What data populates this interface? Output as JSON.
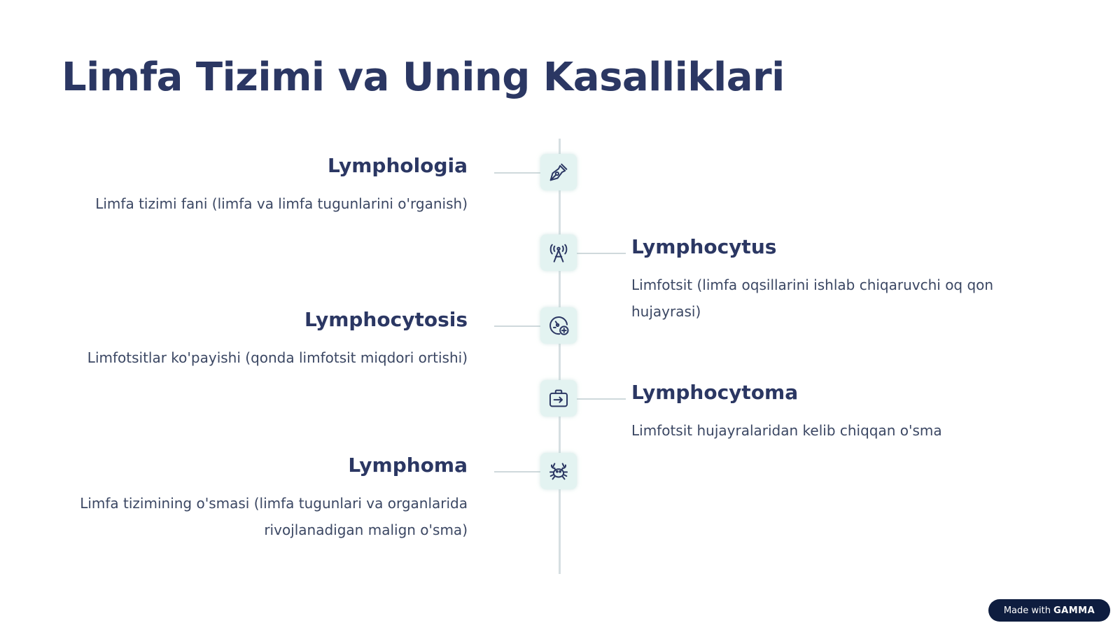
{
  "title": "Limfa Tizimi va Uning Kasalliklari",
  "items": [
    {
      "icon": "pen-nib-icon",
      "title": "Lymphologia",
      "desc": "Limfa tizimi fani (limfa va limfa tugunlarini o'rganish)",
      "side": "left"
    },
    {
      "icon": "antenna-tower-icon",
      "title": "Lymphocytus",
      "desc": "Limfotsit (limfa oqsillarini ishlab chiqaruvchi oq qon hujayrasi)",
      "side": "right"
    },
    {
      "icon": "gauge-plus-icon",
      "title": "Lymphocytosis",
      "desc": "Limfotsitlar ko'payishi (qonda limfotsit miqdori ortishi)",
      "side": "left"
    },
    {
      "icon": "briefcase-arrow-icon",
      "title": "Lymphocytoma",
      "desc": "Limfotsit hujayralaridan kelib chiqqan o'sma",
      "side": "right"
    },
    {
      "icon": "crab-icon",
      "title": "Lymphoma",
      "desc": "Limfa tizimining o'smasi (limfa tugunlari va organlarida rivojlanadigan malign o'sma)",
      "side": "left"
    }
  ],
  "badge": {
    "prefix": "Made with",
    "brand": "GAMMA"
  },
  "colors": {
    "heading": "#2b3763",
    "text": "#3b4763",
    "icon_bg": "#e3f3f1",
    "icon_stroke": "#2b3763",
    "line": "#d6dfe2",
    "badge_bg": "#0e1d3f"
  }
}
